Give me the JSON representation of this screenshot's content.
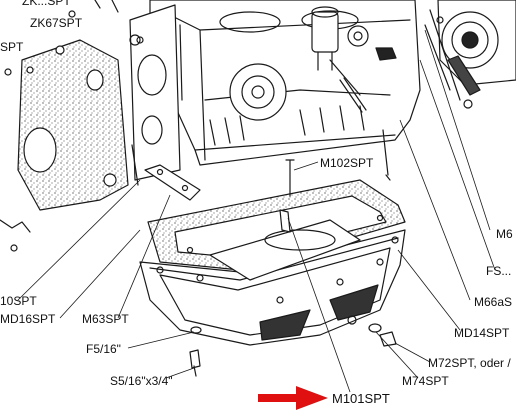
{
  "diagram": {
    "labels": {
      "zk_top": "ZK...SPT",
      "zk67": "ZK67SPT",
      "spt_left": "SPT",
      "m102": "M102SPT",
      "m_right": "M6",
      "fs": "FS...",
      "m66": "M66aS",
      "md14": "MD14SPT",
      "m10": "10SPT",
      "md16": "MD16SPT",
      "m63": "M63SPT",
      "f516": "F5/16\"",
      "s516": "S5/16\"x3/4\"",
      "m72": "M72SPT, oder /",
      "m74": "M74SPT",
      "m101": "M101SPT"
    },
    "colors": {
      "ink": "#1a1a1a",
      "arrow": "#e01010",
      "paper": "#ffffff"
    }
  }
}
